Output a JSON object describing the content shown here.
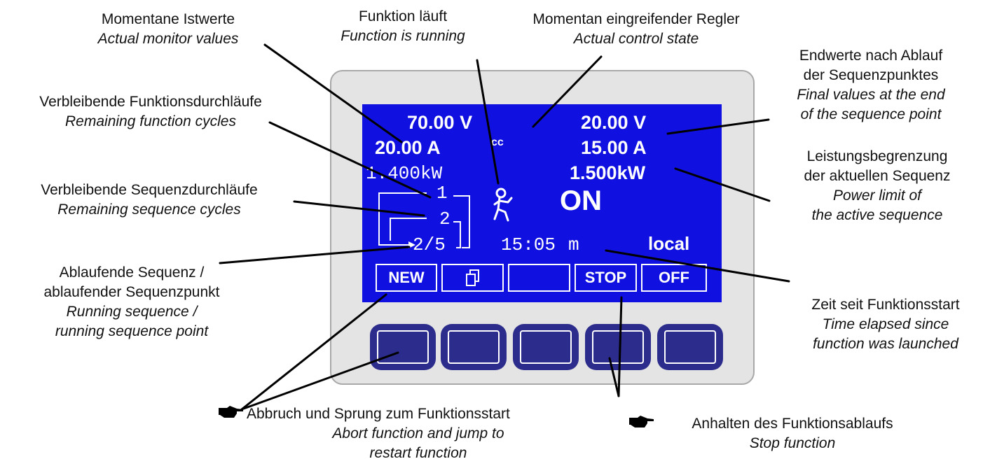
{
  "callouts": {
    "monitor_values": {
      "de": "Momentane Istwerte",
      "en": "Actual monitor values"
    },
    "function_running": {
      "de": "Funktion läuft",
      "en": "Function is running"
    },
    "control_state": {
      "de": "Momentan eingreifender Regler",
      "en": "Actual control state"
    },
    "final_values": {
      "de_1": "Endwerte nach Ablauf",
      "de_2": "der Sequenzpunktes",
      "en_1": "Final values at the end",
      "en_2": "of the sequence point"
    },
    "function_cycles": {
      "de": "Verbleibende Funktionsdurchläufe",
      "en": "Remaining function cycles"
    },
    "power_limit": {
      "de_1": "Leistungsbegrenzung",
      "de_2": "der aktuellen Sequenz",
      "en_1": "Power limit of",
      "en_2": "the active sequence"
    },
    "sequence_cycles": {
      "de": "Verbleibende Sequenzdurchläufe",
      "en": "Remaining sequence cycles"
    },
    "running_sequence": {
      "de_1": "Ablaufende Sequenz /",
      "de_2": "ablaufender Sequenzpunkt",
      "en_1": "Running sequence /",
      "en_2": "running sequence point"
    },
    "time_elapsed": {
      "de": "Zeit seit Funktionsstart",
      "en_1": "Time elapsed since",
      "en_2": "function was launched"
    },
    "abort": {
      "de": "Abbruch und Sprung zum Funktionsstart",
      "en_1": "Abort function and jump to",
      "en_2": "restart function"
    },
    "stop": {
      "de": "Anhalten des Funktionsablaufs",
      "en": "Stop function"
    }
  },
  "display": {
    "monitor_voltage": "70.00 V",
    "monitor_current": "20.00 A",
    "monitor_power": "1.400kW",
    "control_state": "CC",
    "final_voltage": "20.00 V",
    "final_current": "15.00 A",
    "power_limit": "1.500kW",
    "function_cycles": "1",
    "sequence_cycles": "2",
    "sequence_point": "2/5",
    "output_state": "ON",
    "elapsed_time": "15:05",
    "elapsed_unit": "m",
    "mode": "local",
    "softkeys": {
      "new": "NEW",
      "copy_icon": "copy-icon",
      "blank": "",
      "stop": "STOP",
      "off": "OFF"
    }
  },
  "colors": {
    "display_background": "#1010e0",
    "display_text": "#ffffff",
    "button": "#2c2c8c",
    "panel": "#e4e4e4"
  }
}
